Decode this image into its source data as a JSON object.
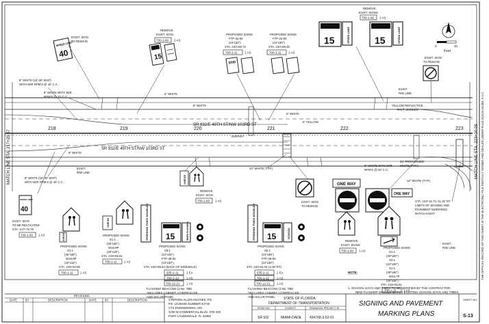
{
  "title_block": {
    "revisions_header": "REVISIONS",
    "col_date": "DATE",
    "col_by": "BY",
    "col_description": "DESCRIPTION",
    "engineer": [
      "STEPHEN ALLEN HUGHES, P.E.",
      "P.E. LICENSE NUMBER 64740",
      "CTS ENGINEERING, INC.",
      "3230 W COMMERCIAL BLVD. STE 200",
      "FORT LAUDERDALE, FL 33309"
    ],
    "state": "STATE OF FLORIDA",
    "department": "DEPARTMENT OF TRANSPORTATION",
    "road_no_label": "ROAD NO.",
    "county_label": "COUNTY",
    "project_label": "FINANCIAL PROJECT ID",
    "road_no": "SR 932",
    "county": "MIAMI-DADE",
    "project_id": "434768-3-52-01",
    "sheet_title_1": "SIGNING AND PAVEMENT",
    "sheet_title_2": "MARKING PLANS",
    "sheet_label": "SHEET NO.",
    "sheet_no": "S-13"
  },
  "side_note": "THE OFFICIAL RECORD OF THIS SHEET IS THE ELECTRONIC FILE DIGITALLY SIGNED AND SEALED UNDER RULE 61G15-23.004, F.A.C.",
  "match_lines": {
    "left": "MATCH LINE STA. 217+20.07",
    "right": "MATCH LINE STA. 223+20.09"
  },
  "road": {
    "name_north": "SR 932/E 49TH ST/NW 103RD ST",
    "name_south": "SR 932/E 49TH ST/NW 103RD ST",
    "stations": [
      "218",
      "219",
      "220",
      "221",
      "222",
      "223"
    ],
    "row_labels": [
      "EXIST. R/W LINE",
      "EXIST. R/W LINE"
    ],
    "survey": "SURVEY"
  },
  "north_arrow": {
    "scale_label": "Feet",
    "scale_values": [
      "0",
      "40"
    ]
  },
  "notes": {
    "notes_header": "NOTE:",
    "note_1": "1.  SCHOOL DAYS AND TIMES TO BE VERIFIED BY THE CONTRACTOR.",
    "note_1b": "NEW FLASHER SHOULD MATCH EXISTING SCHOOL DAYS AND TIMES."
  },
  "callouts": {
    "exist_sign_remain_tl": [
      "EXIST. SIGN",
      "TO REMAIN"
    ],
    "remove_exist_sign_t": [
      "REMOVE",
      "EXIST. SIGN"
    ],
    "remove_box_t": "700-1-60",
    "remove_box_t_qty": "2 AS",
    "prop_signs_a": [
      "PROPOSED SIGNS",
      "FTP-34-06",
      "(24\"x30\")",
      "STA. 220+89.72"
    ],
    "prop_signs_a_box": "700-1-11",
    "prop_signs_a_qty": "1 AS",
    "prop_signs_b": [
      "PROPOSED SIGNS",
      "FTP-24-06",
      "(24\"x30\")",
      "STA. 220+89.45"
    ],
    "prop_signs_b_box": "700-1-11",
    "prop_signs_b_qty": "1 AS",
    "remove_exist_signs_tr": [
      "REMOVE",
      "EXIST. SIGNS"
    ],
    "remove_box_tr": "700-1-60",
    "remove_box_tr_qty": "1 AS",
    "exist_sign_remain_tr": [
      "EXIST. SIGN",
      "TO REMAIN"
    ],
    "white_8_skip_top": [
      "8\" WHITE (10'-30' SKIP)",
      "WITH W/R RPM'S @ 40' C.C."
    ],
    "white_8_rpm_top": [
      "8\" WHITE WITH W/R",
      "RPM'S @ 20' C.C."
    ],
    "white_6_top": "6\" WHITE",
    "white_8_top": "8\" WHITE",
    "exist_rw_top": [
      "EXIST.",
      "R/W LINE"
    ],
    "yellow_ref": [
      "YELLOW REFLECTIVE",
      "PAVT. MARKER"
    ],
    "white_6_mid": "6\" WHITE",
    "white_8_mid": "8\" WHITE",
    "yellow_6": "6\" YELLOW",
    "white_8_skip_bot": [
      "8\" WHITE (10'-30' SKIP)",
      "WITH W/R RPM'S @ 40' C.C."
    ],
    "exist_rw_bot": [
      "EXIST.",
      "R/W LINE"
    ],
    "white_24": "24\" WHITE (TYP.)",
    "white_8_rpm_bot": [
      "8\" WHITE WITH W/R",
      "RPM'S @ 20' C.C."
    ],
    "preformed": [
      "24\" PREFORMED",
      "WHITE (TYP.)"
    ],
    "white_12": "12\" WHITE (TYP.)",
    "remove_exist_sign_m": [
      "REMOVE",
      "EXIST. SIGN"
    ],
    "remove_box_m": "700-1-60",
    "remove_box_m_qty": "1 AS",
    "exist_sign_relocated": [
      "EXIST. SIGN",
      "TO BE RELOCATED",
      "STA. 217+76.78"
    ],
    "relocated_box": "700-1-50",
    "relocated_qty": "1 AS",
    "prop_signs_l": [
      "PROPOSED SIGNS",
      "S1-1",
      "(36\"x36\")",
      "W16-9P",
      "(30\"x18\")",
      "STA. 219+54.90"
    ],
    "prop_signs_l_box": "700-1-11",
    "prop_signs_l_qty": "1 AS",
    "prop_signs_l2": [
      "PROPOSED SIGNS",
      "S1-1",
      "(36\"x36\")",
      "W16-9P",
      "(30\"x18\")",
      "STA. 219+55.61"
    ],
    "prop_signs_l2_box": "700-1-11",
    "prop_signs_l2_qty": "1 AS",
    "prop_signs_c": [
      "PROPOSED SIGNS",
      "S5-1",
      "(24\"x48\")",
      "FTP-38-06",
      "(24\"x30\")",
      "STA. 220+89.64 (BACK OF SIDEWALK)"
    ],
    "prop_signs_c_boxes": [
      "635-2-11",
      "700-1-12",
      "700-12-21"
    ],
    "prop_signs_c_qty": [
      "1 EA",
      "1 AS",
      "1 AS"
    ],
    "flash_c": [
      "FLASHING BEACONS (2 No. TBD",
      "*INCLUDES CABINET, CONTROLLER",
      "AND SOLAR PANEL"
    ],
    "prop_signs_r": [
      "PROPOSED SIGNS",
      "S5-1",
      "(24\"x48\")",
      "FTP-38-06",
      "(24\"x30\")",
      "STA. 220+91.91 (3.36' RT)"
    ],
    "prop_signs_r_boxes": [
      "635-2-11",
      "700-1-12",
      "700-12-21"
    ],
    "prop_signs_r_qty": [
      "1 EA",
      "1 AS",
      "1 AS"
    ],
    "flash_r": [
      "FLASHING BEACONS (2 No. TBD",
      "*INCLUDES CABINET, CONTROLLER",
      "AND SOLAR PANEL"
    ],
    "exist_sign_remain_b": [
      "EXIST. SIGN",
      "TO REMAIN"
    ],
    "remove_exist_signs_b": [
      "REMOVE",
      "EXIST. SIGNS"
    ],
    "remove_box_b": "700-1-60",
    "remove_box_b_qty": "1 AS",
    "prop_signs_br": [
      "PROPOSED SIGNS",
      "S1-1",
      "(36\"x36\")",
      "S3-1",
      "(24\"x36\")",
      "S1-1",
      "(36\"x36\")",
      "W16-7P",
      "(30\"x18\")",
      "STA. 219+55.61"
    ],
    "prop_signs_br_box": "700-1-11",
    "prop_signs_br_qty": "1 AS",
    "limits": [
      "STA. 223+10.74, 51.32' RT",
      "LIMITS OF SIGNING AND",
      "PAVEMENT MARKINGS",
      "MATCH EXIST."
    ],
    "exist_rw_br": [
      "EXIST.",
      "R/W LINE"
    ]
  },
  "signs": {
    "speed_limit": "SPEED LIMIT",
    "speed_40": "40",
    "speed_15": "15",
    "school": "SCHOOL",
    "end": "END",
    "school_zone": "SCHOOL ZONE",
    "ahead": "AHEAD",
    "speeding_doubled": "SPEEDING FINES DOUBLED",
    "when_flashing": "WHEN FLASHING",
    "do_not_enter": "DO NOT ENTER",
    "one_way": "ONE WAY"
  }
}
